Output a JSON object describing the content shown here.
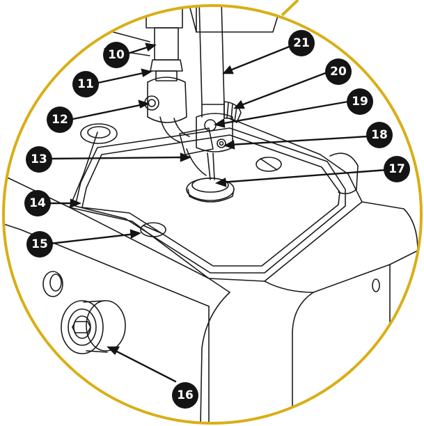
{
  "colors": {
    "frame_ring": "#D9AE16",
    "outline": "#1a1a1a",
    "badge_fill": "#141414",
    "badge_text": "#ffffff",
    "background": "#ffffff"
  },
  "callouts": [
    {
      "label": "10"
    },
    {
      "label": "11"
    },
    {
      "label": "12"
    },
    {
      "label": "13"
    },
    {
      "label": "14"
    },
    {
      "label": "15"
    },
    {
      "label": "16"
    },
    {
      "label": "17"
    },
    {
      "label": "18"
    },
    {
      "label": "19"
    },
    {
      "label": "20"
    },
    {
      "label": "21"
    }
  ]
}
